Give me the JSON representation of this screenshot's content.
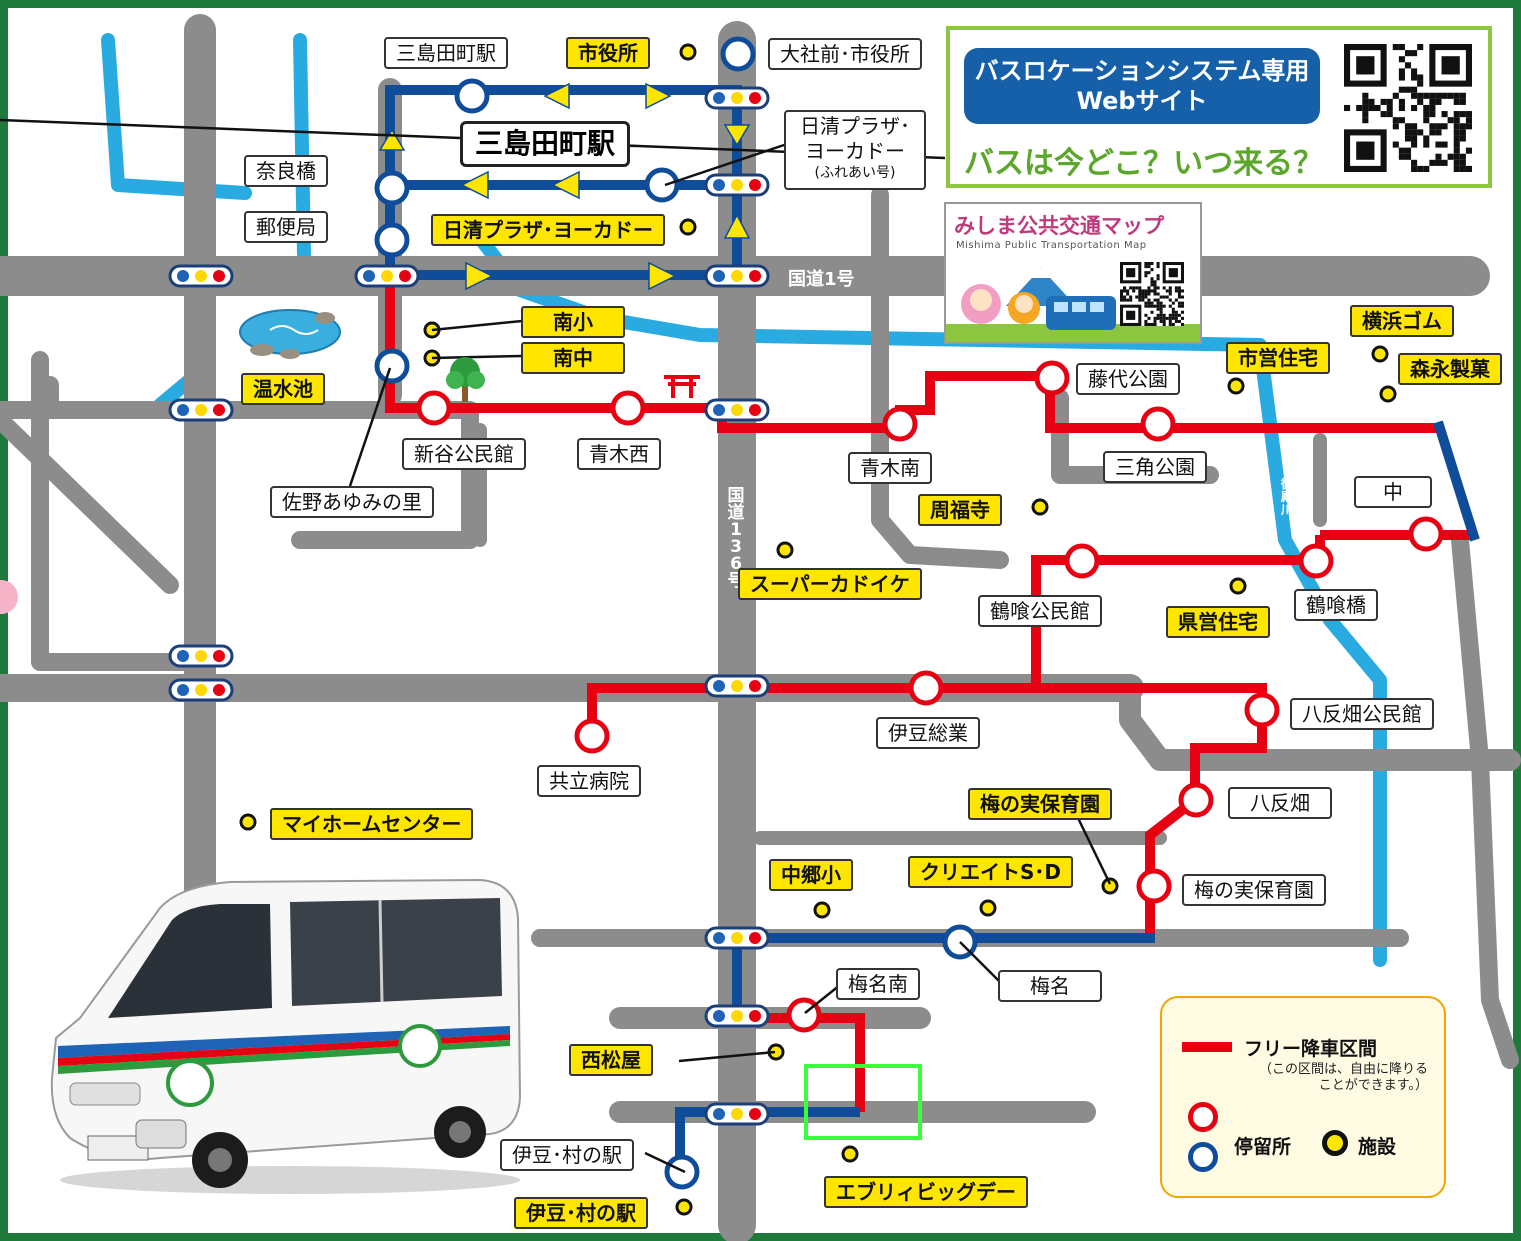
{
  "stations": {
    "mishima_tamachi_small": "三島田町駅",
    "mishima_tamachi_big": "三島田町駅"
  },
  "stops": {
    "taisha": "大社前･市役所",
    "nisshin_1": "日清プラザ･",
    "nisshin_2": "ヨーカドー",
    "nisshin_3": "(ふれあい号)",
    "narabashi": "奈良橋",
    "yubinkyoku": "郵便局",
    "araya": "新谷公民館",
    "aokinishi": "青木西",
    "sano": "佐野あゆみの里",
    "aokiminami": "青木南",
    "fujishiro": "藤代公園",
    "sankaku": "三角公園",
    "naka": "中",
    "tsurubami_kominkan": "鶴喰公民館",
    "tsurubamibashi": "鶴喰橋",
    "kyoritsu": "共立病院",
    "izusogyo": "伊豆総業",
    "hattanbata_kominkan": "八反畑公民館",
    "hattanbata": "八反畑",
    "umenomi_stop": "梅の実保育園",
    "umena": "梅名",
    "umenaminami": "梅名南",
    "izumura_stop": "伊豆･村の駅"
  },
  "facilities": {
    "shiyakusho": "市役所",
    "nisshin": "日清プラザ･ヨーカドー",
    "minamisho": "南小",
    "minamichu": "南中",
    "onsuiike": "温水池",
    "shuei": "市営住宅",
    "yokohama": "横浜ゴム",
    "morinaga": "森永製菓",
    "shufukuji": "周福寺",
    "kadoike": "スーパーカドイケ",
    "kenei": "県営住宅",
    "umenomi_fac": "梅の実保育園",
    "creates": "クリエイトS･D",
    "nakagosho": "中郷小",
    "myhome": "マイホームセンター",
    "nishimatsuya": "西松屋",
    "everybig": "エブリィビッグデー",
    "izumura_fac": "伊豆･村の駅"
  },
  "roads": {
    "route1": "国道1号",
    "route136": "国道136号",
    "river": "御殿川"
  },
  "web": {
    "title_line1": "バスロケーションシステム専用",
    "title_line2": "Webサイト",
    "tagline": "バスは今どこ？いつ来る？"
  },
  "pt_map": {
    "title": "みしま公共交通マップ",
    "subtitle": "Mishima Public Transportation Map"
  },
  "legend": {
    "free_zone": "フリー降車区間",
    "note_line1": "（この区間は、自由に降りる",
    "note_line2": "ことができます。）",
    "stop": "停留所",
    "facility": "施設"
  },
  "colors": {
    "red_route": "#e60012",
    "blue_route": "#0f4c9a",
    "road": "#8c8c8c",
    "river": "#29abe2",
    "facility_label": "#ffe600",
    "frame": "#1d7a3a",
    "highlight": "#3cff3c"
  }
}
